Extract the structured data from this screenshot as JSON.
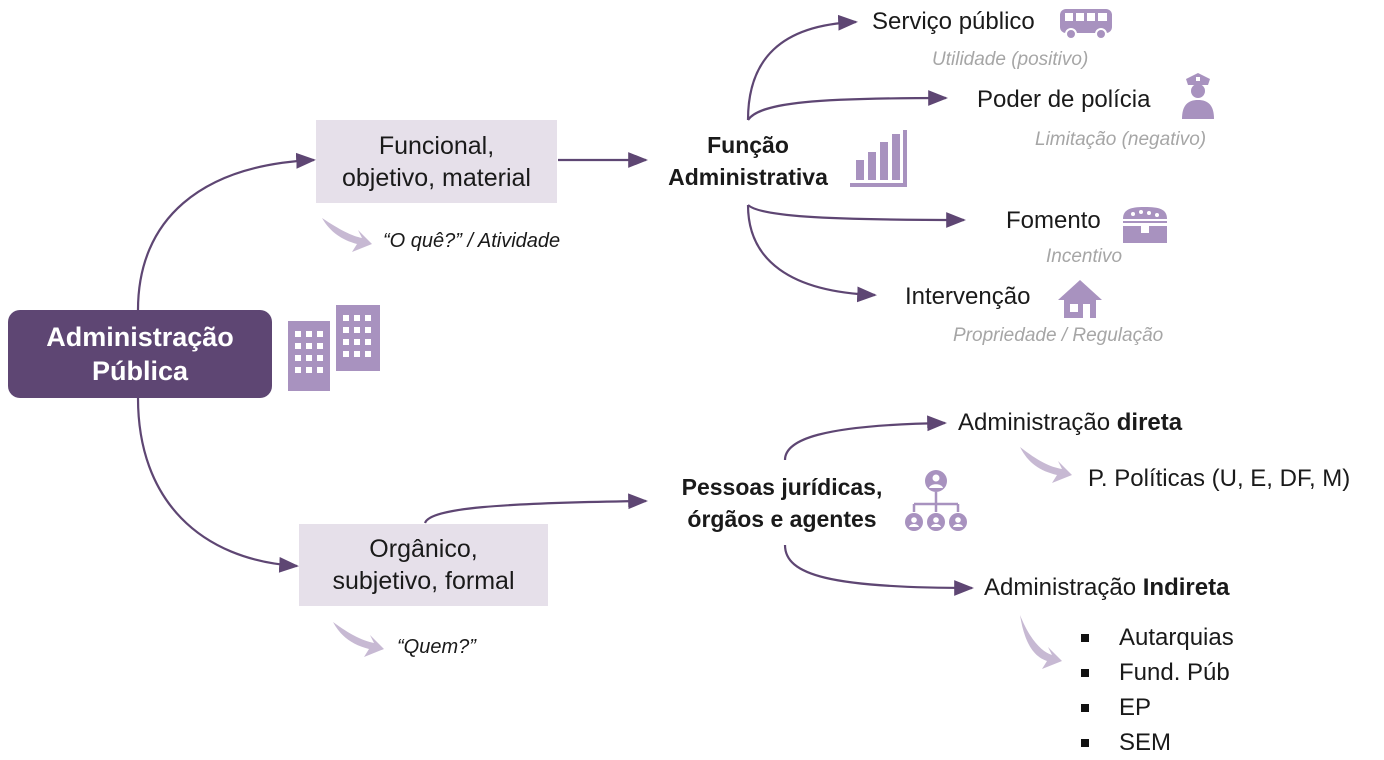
{
  "root": {
    "line1": "Administração",
    "line2": "Pública"
  },
  "functional": {
    "box_line1": "Funcional,",
    "box_line2": "objetivo, material",
    "note": "“O quê?” / Atividade",
    "target_line1": "Função",
    "target_line2": "Administrativa",
    "branches": [
      {
        "label": "Serviço público",
        "sub": "Utilidade (positivo)",
        "icon": "bus-icon"
      },
      {
        "label": "Poder de polícia",
        "sub": "Limitação (negativo)",
        "icon": "police-officer-icon"
      },
      {
        "label": "Fomento",
        "sub": "Incentivo",
        "icon": "treasure-chest-icon"
      },
      {
        "label": "Intervenção",
        "sub": "Propriedade / Regulação",
        "icon": "house-icon"
      }
    ],
    "target_icon": "bar-chart-icon"
  },
  "organic": {
    "box_line1": "Orgânico,",
    "box_line2": "subjetivo, formal",
    "note": "“Quem?”",
    "target_line1": "Pessoas jurídicas,",
    "target_line2": "órgãos e agentes",
    "target_icon": "org-chart-icon",
    "direta": {
      "prefix": "Administração ",
      "bold": "direta",
      "detail": "P. Políticas (U, E, DF, M)"
    },
    "indireta": {
      "prefix": "Administração ",
      "bold": "Indireta",
      "items": [
        "Autarquias",
        "Fund. Púb",
        "EP",
        "SEM"
      ]
    }
  },
  "root_icon": "buildings-icon",
  "colors": {
    "primary": "#5e4673",
    "box": "#e6e0ea",
    "icon": "#a892bf",
    "muted": "#a6a6a6"
  }
}
